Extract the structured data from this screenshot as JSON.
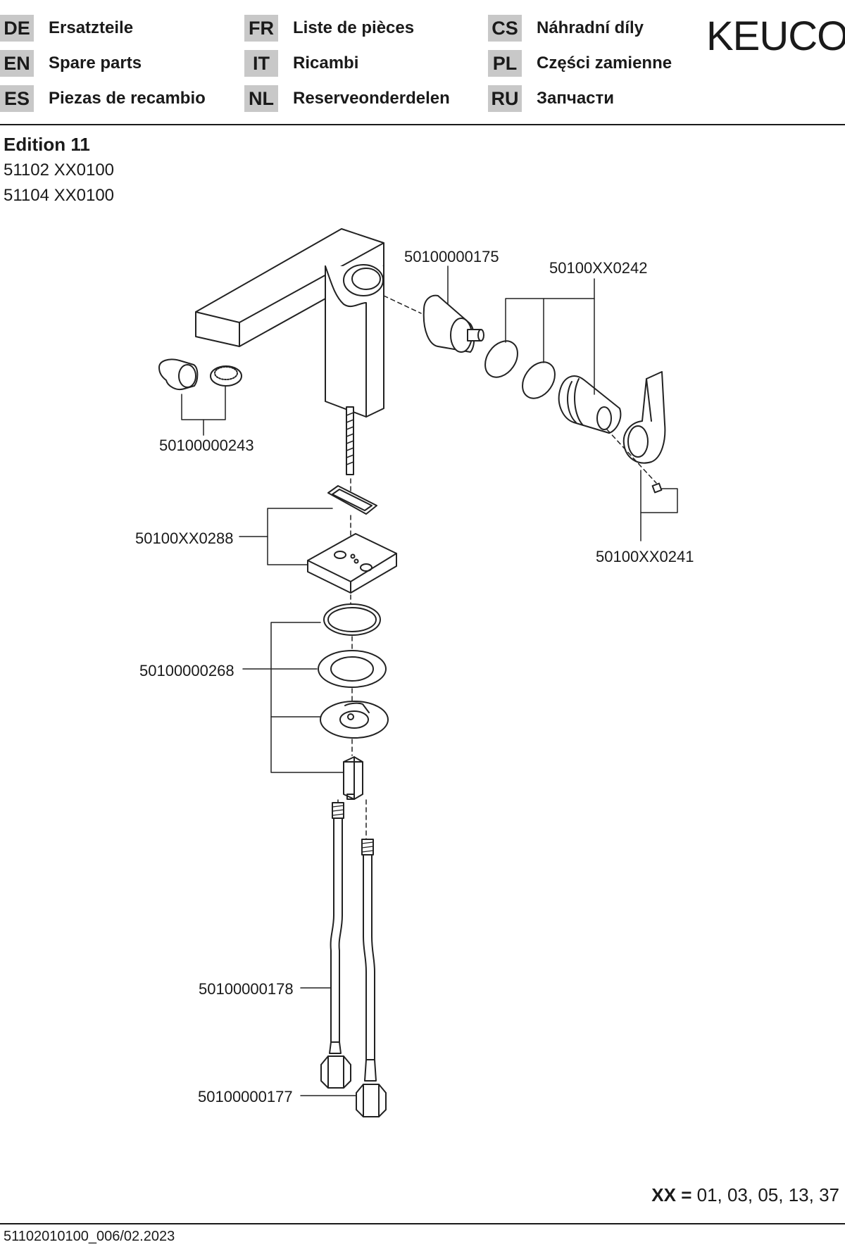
{
  "languages": [
    {
      "code": "DE",
      "label": "Ersatzteile"
    },
    {
      "code": "EN",
      "label": "Spare parts"
    },
    {
      "code": "ES",
      "label": "Piezas de recambio"
    },
    {
      "code": "FR",
      "label": "Liste de pièces"
    },
    {
      "code": "IT",
      "label": "Ricambi"
    },
    {
      "code": "NL",
      "label": "Reserveonderdelen"
    },
    {
      "code": "CS",
      "label": "Náhradní díly"
    },
    {
      "code": "PL",
      "label": "Części zamienne"
    },
    {
      "code": "RU",
      "label": "Запчасти"
    }
  ],
  "brand": {
    "logo_text": "KEUCO"
  },
  "product": {
    "name": "Edition 11",
    "article_numbers": [
      "51102 XX0100",
      "51104 XX0100"
    ]
  },
  "parts": [
    {
      "id": "aerator",
      "number": "50100000243"
    },
    {
      "id": "cartridge",
      "number": "50100000175"
    },
    {
      "id": "seal-set",
      "number": "50100XX0242"
    },
    {
      "id": "lever",
      "number": "50100XX0241"
    },
    {
      "id": "base-plate",
      "number": "50100XX0288"
    },
    {
      "id": "mounting-set",
      "number": "50100000268"
    },
    {
      "id": "hose-a",
      "number": "50100000178"
    },
    {
      "id": "hose-b",
      "number": "50100000177"
    }
  ],
  "finish_note": {
    "prefix": "XX =",
    "values": "01, 03, 05, 13, 37"
  },
  "footer": {
    "document_code": "51102010100_006/02.2023"
  }
}
